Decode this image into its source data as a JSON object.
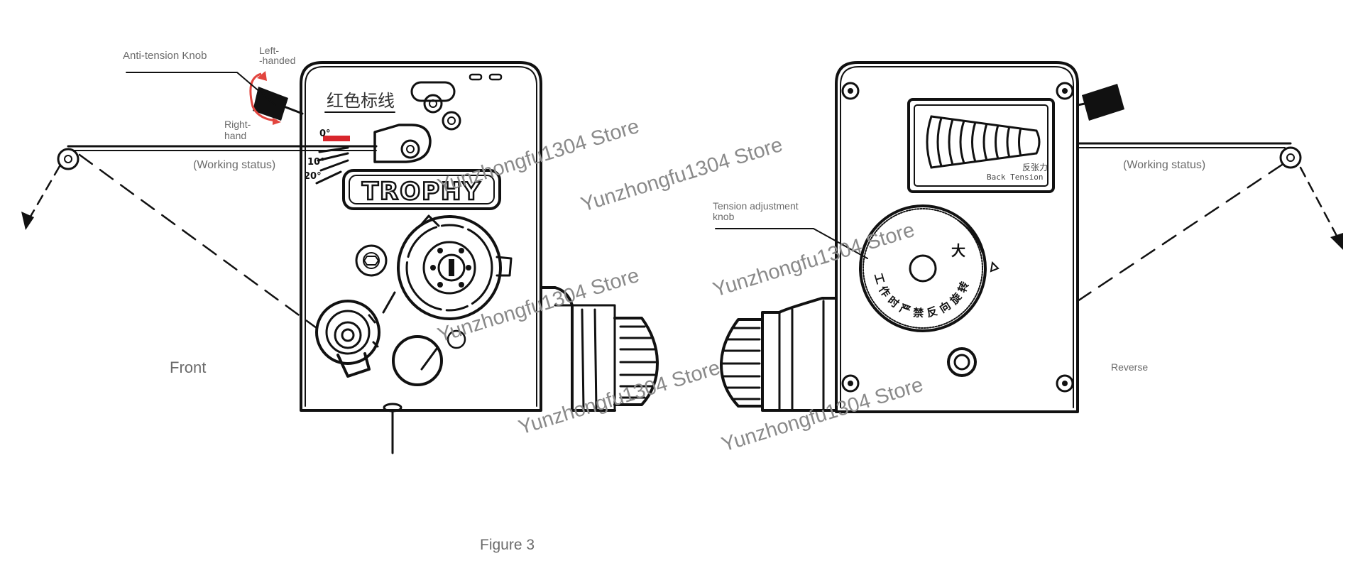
{
  "labels": {
    "anti_tension_knob": "Anti-tension Knob",
    "left_handed_1": "Left-",
    "left_handed_2": "-handed",
    "right_hand_1": "Right-",
    "right_hand_2": "hand",
    "red_marker": "红色标线",
    "angle_0": "0°",
    "angle_10": "10°",
    "angle_20": "20°",
    "brand": "TROPHY",
    "working_status_left": "(Working status)",
    "working_status_right": "(Working status)",
    "front": "Front",
    "reverse": "Reverse",
    "tension_adjust_1": "Tension adjustment",
    "tension_adjust_2": "knob",
    "gauge_cn": "反张力",
    "gauge_en": "Back Tension",
    "dial_big": "大",
    "dial_arc": "工作时严禁反向旋转",
    "figure_caption": "Figure 3"
  },
  "watermarks": [
    "Yunzhongfu1304 Store",
    "Yunzhongfu1304 Store",
    "Yunzhongfu1304 Store",
    "Yunzhongfu1304 Store",
    "Yunzhongfu1304 Store",
    "Yunzhongfu1304 Store"
  ],
  "colors": {
    "ink": "#111111",
    "label": "#6b6b6b",
    "red_marker": "#d8262c",
    "watermark": "#8a8a8a"
  }
}
